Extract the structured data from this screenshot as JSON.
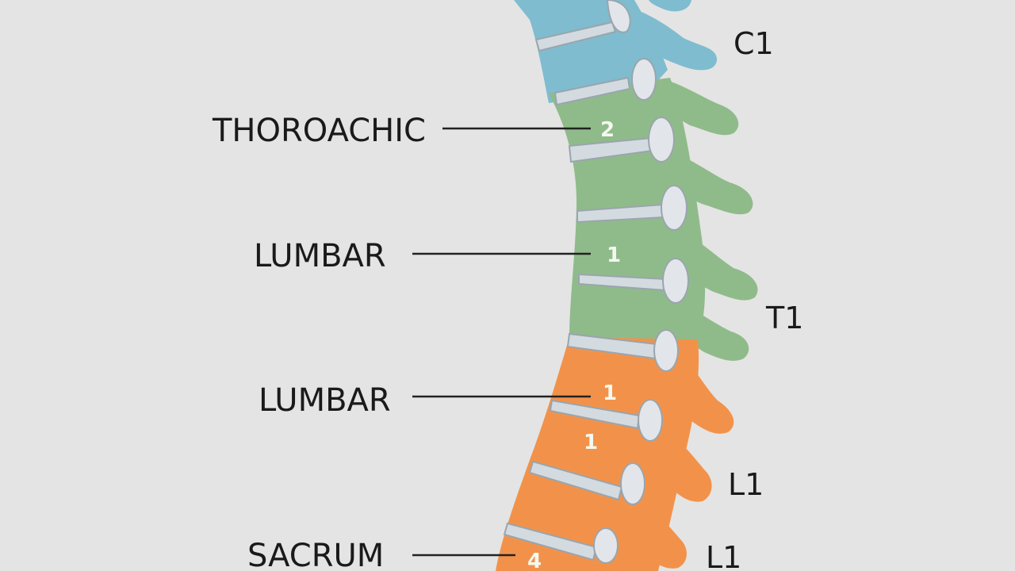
{
  "colors": {
    "background": "#e4e4e4",
    "cervical": "#7fbccf",
    "thoracic": "#8fbb8a",
    "lumbar": "#f2924a",
    "disc": "#d3dbe1",
    "disc_edge": "#9aa5ad",
    "leader": "#222222"
  },
  "labels": {
    "left_1": "THOROACHIC",
    "left_2": "LUMBAR",
    "left_3": "LUMBAR",
    "left_4": "SACRUM",
    "right_1": "C1",
    "right_2": "T1",
    "right_3": "L1",
    "right_4": "L1"
  },
  "numbers": {
    "n1": "2",
    "n2": "1",
    "n3": "1",
    "n4": "1",
    "n5": "4"
  }
}
